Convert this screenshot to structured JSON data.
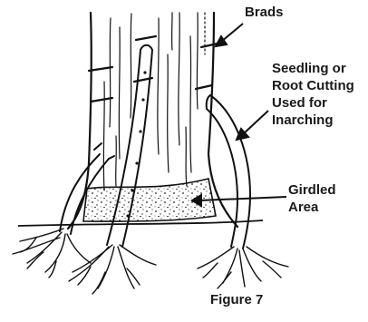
{
  "labels": {
    "brads": "Brads",
    "seedling_line1": "Seedling or",
    "seedling_line2": "Root Cutting",
    "seedling_line3": "Used for",
    "seedling_line4": "Inarching",
    "girdled_line1": "Girdled",
    "girdled_line2": "Area"
  },
  "caption": "Figure 7"
}
